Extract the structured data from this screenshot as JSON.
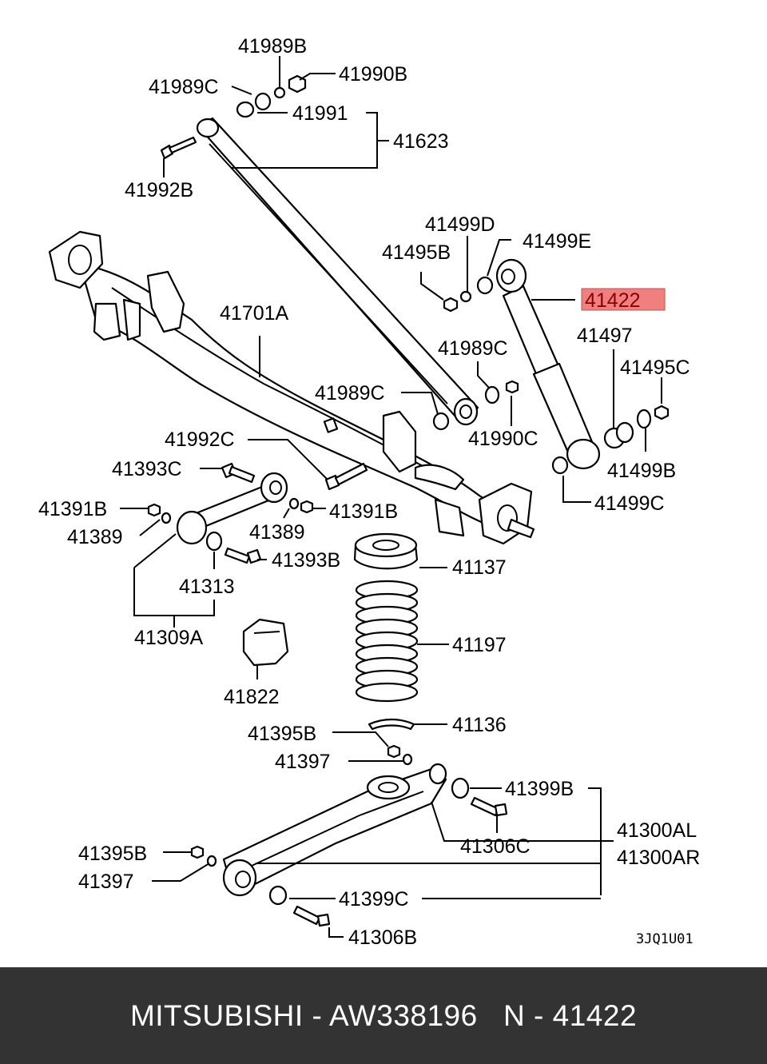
{
  "diagram": {
    "highlight_color": "#f08080",
    "diagram_code": "3JQ1U01",
    "highlighted_part": "41422",
    "labels": {
      "p41989B": "41989B",
      "p41990B": "41990B",
      "p41989C_top": "41989C",
      "p41991": "41991",
      "p41623": "41623",
      "p41992B": "41992B",
      "p41499D": "41499D",
      "p41499E": "41499E",
      "p41495B": "41495B",
      "p41422": "41422",
      "p41701A": "41701A",
      "p41497": "41497",
      "p41989C_mid": "41989C",
      "p41495C": "41495C",
      "p41989C_low": "41989C",
      "p41990C": "41990C",
      "p41992C": "41992C",
      "p41499B": "41499B",
      "p41393C": "41393C",
      "p41499C": "41499C",
      "p41391B_left": "41391B",
      "p41391B_right": "41391B",
      "p41389_left": "41389",
      "p41389_right": "41389",
      "p41137": "41137",
      "p41393B": "41393B",
      "p41313": "41313",
      "p41309A": "41309A",
      "p41197": "41197",
      "p41822": "41822",
      "p41136": "41136",
      "p41395B_top": "41395B",
      "p41397_top": "41397",
      "p41399B": "41399B",
      "p41306C": "41306C",
      "p41300AL": "41300AL",
      "p41300AR": "41300AR",
      "p41395B_bot": "41395B",
      "p41397_bot": "41397",
      "p41399C": "41399C",
      "p41306B": "41306B"
    }
  },
  "footer": {
    "text": "MITSUBISHI - AW338196   N - 41422",
    "background": "#333333"
  }
}
